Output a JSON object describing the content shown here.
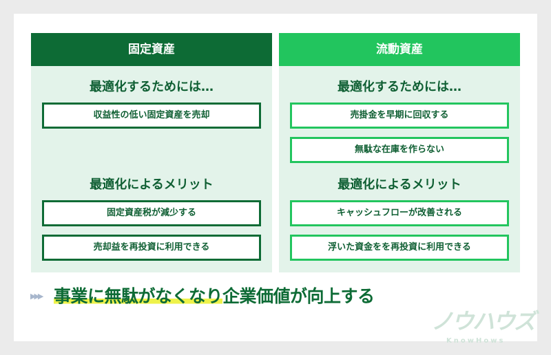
{
  "columns": [
    {
      "title": "固定資産",
      "color": "#0d6b35",
      "optimize_heading": "最適化するためには…",
      "optimize_items": [
        "収益性の低い固定資産を売却"
      ],
      "merit_heading": "最適化によるメリット",
      "merit_items": [
        "固定資産税が減少する",
        "売却益を再投資に利用できる"
      ]
    },
    {
      "title": "流動資産",
      "color": "#22c55e",
      "optimize_heading": "最適化するためには…",
      "optimize_items": [
        "売掛金を早期に回収する",
        "無駄な在庫を作らない"
      ],
      "merit_heading": "最適化によるメリット",
      "merit_items": [
        "キャッシュフローが改善される",
        "浮いた資金をを再投資に利用できる"
      ]
    }
  ],
  "conclusion": {
    "highlighted": "事業に無駄がなくなり",
    "rest": "企業価値が向上する",
    "highlight_color": "#eef24a"
  },
  "logo": {
    "text": "ノウハウズ",
    "sub": "KnowHows"
  }
}
